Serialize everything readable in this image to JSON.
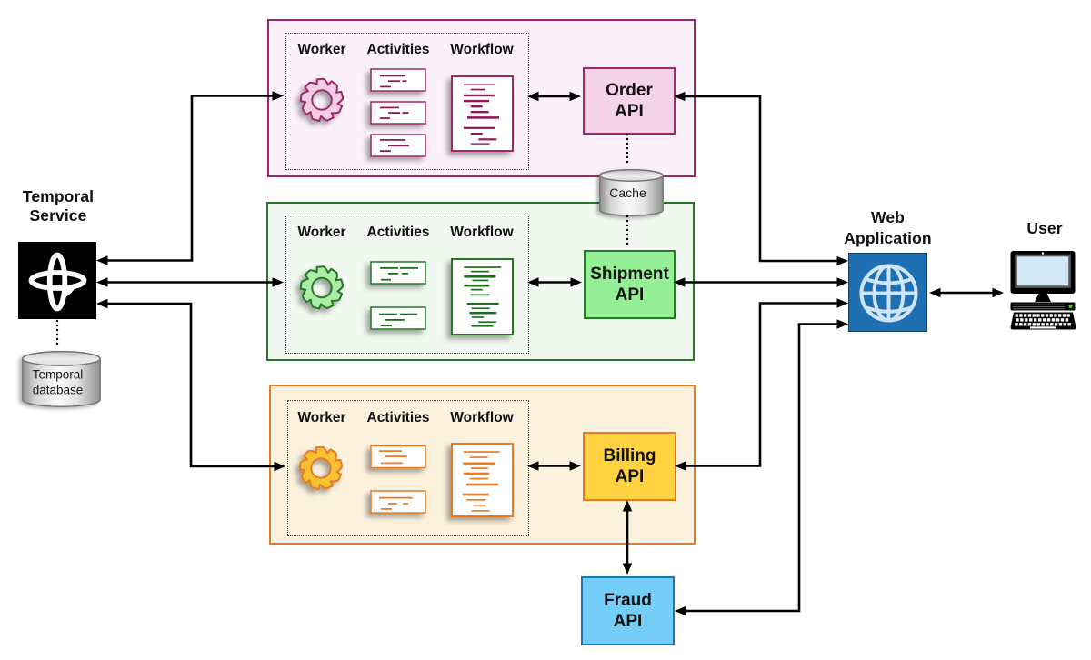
{
  "diagram": {
    "background": "#ffffff",
    "connector_color": "#000000"
  },
  "temporal_service": {
    "label": [
      "Temporal",
      "Service"
    ],
    "icon": "temporal-logo-icon",
    "colors": {
      "box": "#000000",
      "logo": "#ffffff"
    }
  },
  "temporal_database": {
    "label": [
      "Temporal",
      "database"
    ],
    "colors": {
      "stroke": "#777777",
      "body_dark": "#909090",
      "body_light": "#fafafa",
      "top": "#d6d6d6"
    }
  },
  "cache": {
    "label": "Cache",
    "colors": {
      "stroke": "#777777",
      "body_dark": "#909090",
      "body_light": "#fafafa",
      "top": "#d6d6d6"
    }
  },
  "services": [
    {
      "name": "Order",
      "labels": {
        "worker": "Worker",
        "activities": "Activities",
        "workflow": "Workflow"
      },
      "api_label": [
        "Order",
        "API"
      ],
      "colors": {
        "border": "#9d2a66",
        "fill": "#fcf0f9",
        "api_fill": "#f5d3e9",
        "accent": "#8e1f59",
        "gear_fill": "#f2cde6",
        "card_fill": "#ffffff"
      },
      "cards": [
        {
          "lines": [
            {
              "y": 6.5,
              "segs": [
                [
                  10,
                  28
                ]
              ]
            },
            {
              "y": 12.3,
              "segs": [
                [
                  19,
                  13
                ],
                [
                  34.5,
                  5
                ]
              ]
            },
            {
              "y": 18.5,
              "segs": [
                [
                  10,
                  12
                ]
              ]
            }
          ]
        },
        {
          "lines": [
            {
              "y": 5.5,
              "segs": [
                [
                  10,
                  21
                ]
              ]
            },
            {
              "y": 11.2,
              "segs": [
                [
                  19,
                  13
                ],
                [
                  34.5,
                  7
                ]
              ]
            },
            {
              "y": 17.2,
              "segs": [
                [
                  10,
                  11
                ]
              ]
            }
          ]
        },
        {
          "lines": [
            {
              "y": 5.0,
              "segs": [
                [
                  10,
                  28
                ]
              ]
            },
            {
              "y": 11.4,
              "segs": [
                [
                  19,
                  23
                ]
              ]
            },
            {
              "y": 17.2,
              "segs": [
                [
                  10,
                  12
                ]
              ]
            }
          ]
        }
      ],
      "doc_lines": [
        {
          "y": 8.4,
          "x": 13,
          "w": 34,
          "t": 1.7
        },
        {
          "y": 13.7,
          "x": 20.7,
          "w": 16,
          "t": 1.7
        },
        {
          "y": 19.8,
          "x": 13,
          "w": 34,
          "t": 2.4
        },
        {
          "y": 25.9,
          "x": 13,
          "w": 28,
          "t": 2.4
        },
        {
          "y": 32.0,
          "x": 20.7,
          "w": 13,
          "t": 2.4
        },
        {
          "y": 38.0,
          "x": 20.7,
          "w": 20,
          "t": 2.4
        },
        {
          "y": 44.1,
          "x": 17,
          "w": 35,
          "t": 2.6
        },
        {
          "y": 55.7,
          "x": 13,
          "w": 34,
          "t": 2.2
        },
        {
          "y": 62.0,
          "x": 20.7,
          "w": 13,
          "t": 2.2
        },
        {
          "y": 68.2,
          "x": 29.3,
          "w": 20,
          "t": 2.2
        },
        {
          "y": 73.4,
          "x": 20.7,
          "w": 21,
          "t": 1.4
        }
      ]
    },
    {
      "name": "Shipment",
      "labels": {
        "worker": "Worker",
        "activities": "Activities",
        "workflow": "Workflow"
      },
      "api_label": [
        "Shipment",
        "API"
      ],
      "colors": {
        "border": "#27772b",
        "fill": "#f0f8ef",
        "api_fill": "#95ef95",
        "accent": "#1d721d",
        "gear_fill": "#abeda6",
        "card_fill": "#ffffff"
      },
      "cards": [
        {
          "lines": [
            {
              "y": 6.0,
              "segs": [
                [
                  10,
                  20
                ],
                [
                  32,
                  20
                ]
              ]
            },
            {
              "y": 12.0,
              "segs": [
                [
                  19,
                  11
                ],
                [
                  34,
                  7
                ]
              ]
            },
            {
              "y": 18.8,
              "segs": [
                [
                  11,
                  11
                ]
              ]
            }
          ]
        },
        {
          "lines": [
            {
              "y": 6.7,
              "segs": [
                [
                  9,
                  20
                ],
                [
                  32,
                  19
                ]
              ]
            },
            {
              "y": 13.0,
              "segs": [
                [
                  16,
                  21
                ]
              ]
            },
            {
              "y": 19.2,
              "segs": [
                [
                  11,
                  12
                ]
              ]
            }
          ]
        }
      ],
      "doc_lines": [
        {
          "y": 8.2,
          "x": 13.3,
          "w": 41,
          "t": 1.7
        },
        {
          "y": 12.8,
          "x": 20.9,
          "w": 20,
          "t": 1.7
        },
        {
          "y": 18.0,
          "x": 13.3,
          "w": 35,
          "t": 2.6
        },
        {
          "y": 22.6,
          "x": 22.4,
          "w": 18,
          "t": 1.7
        },
        {
          "y": 27.9,
          "x": 13.3,
          "w": 28,
          "t": 2.6
        },
        {
          "y": 32.8,
          "x": 20.9,
          "w": 13,
          "t": 1.7
        },
        {
          "y": 38.5,
          "x": 20.5,
          "w": 21,
          "t": 1.7
        },
        {
          "y": 47.9,
          "x": 16.7,
          "w": 35,
          "t": 2.2
        },
        {
          "y": 53.4,
          "x": 21.7,
          "w": 20,
          "t": 1.7
        },
        {
          "y": 57.9,
          "x": 19.4,
          "w": 30,
          "t": 2.6
        },
        {
          "y": 63.1,
          "x": 22.0,
          "w": 13,
          "t": 1.7
        },
        {
          "y": 68.4,
          "x": 29.2,
          "w": 20,
          "t": 1.7
        },
        {
          "y": 72.9,
          "x": 21.4,
          "w": 24,
          "t": 1.7
        }
      ]
    },
    {
      "name": "Billing",
      "labels": {
        "worker": "Worker",
        "activities": "Activities",
        "workflow": "Workflow"
      },
      "api_label": [
        "Billing",
        "API"
      ],
      "colors": {
        "border": "#e87a24",
        "fill": "#fbf1dd",
        "api_fill": "#ffd23f",
        "accent": "#ee7d22",
        "gear_fill": "#f8c331",
        "card_fill": "#ffffff"
      },
      "cards": [
        {
          "lines": [
            {
              "y": 4.7,
              "segs": [
                [
                  9,
                  25
                ]
              ]
            },
            {
              "y": 10.7,
              "segs": [
                [
                  16,
                  24
                ]
              ]
            },
            {
              "y": 18.0,
              "segs": [
                [
                  11,
                  24
                ]
              ]
            }
          ]
        },
        {
          "lines": [
            {
              "y": 6.7,
              "segs": [
                [
                  9,
                  37
                ]
              ]
            },
            {
              "y": 13.0,
              "segs": [
                [
                  19,
                  10
                ],
                [
                  35,
                  6
                ]
              ]
            },
            {
              "y": 19.0,
              "segs": [
                [
                  11,
                  12
                ]
              ]
            }
          ]
        }
      ],
      "doc_lines": [
        {
          "y": 8.2,
          "x": 12.7,
          "w": 40,
          "t": 1.7
        },
        {
          "y": 14.2,
          "x": 19.7,
          "w": 20,
          "t": 1.7
        },
        {
          "y": 20.5,
          "x": 12.2,
          "w": 35,
          "t": 2.6
        },
        {
          "y": 26.2,
          "x": 20.8,
          "w": 19,
          "t": 1.7
        },
        {
          "y": 31.7,
          "x": 12.7,
          "w": 28.5,
          "t": 2.6
        },
        {
          "y": 37.7,
          "x": 19.7,
          "w": 20.6,
          "t": 1.7
        },
        {
          "y": 43.7,
          "x": 16.0,
          "w": 35,
          "t": 2.6
        },
        {
          "y": 54.7,
          "x": 11.8,
          "w": 29,
          "t": 2.6
        },
        {
          "y": 61.0,
          "x": 16.3,
          "w": 21,
          "t": 1.7
        },
        {
          "y": 67.0,
          "x": 23.4,
          "w": 14,
          "t": 1.7
        },
        {
          "y": 73.0,
          "x": 21.7,
          "w": 20,
          "t": 1.7
        }
      ]
    }
  ],
  "fraud_api": {
    "label": [
      "Fraud",
      "API"
    ],
    "colors": {
      "fill": "#74cef7",
      "border": "#1d79b4"
    }
  },
  "web_application": {
    "label": [
      "Web",
      "Application"
    ],
    "icon": "globe-icon",
    "colors": {
      "fill": "#1f70b2",
      "border": "#123f63",
      "globe": "#cfe4f6"
    }
  },
  "user": {
    "label": "User",
    "icon": "computer-icon",
    "colors": {
      "body": "#000000",
      "screen": "#d3e7f5",
      "led": "#4fc522"
    }
  }
}
